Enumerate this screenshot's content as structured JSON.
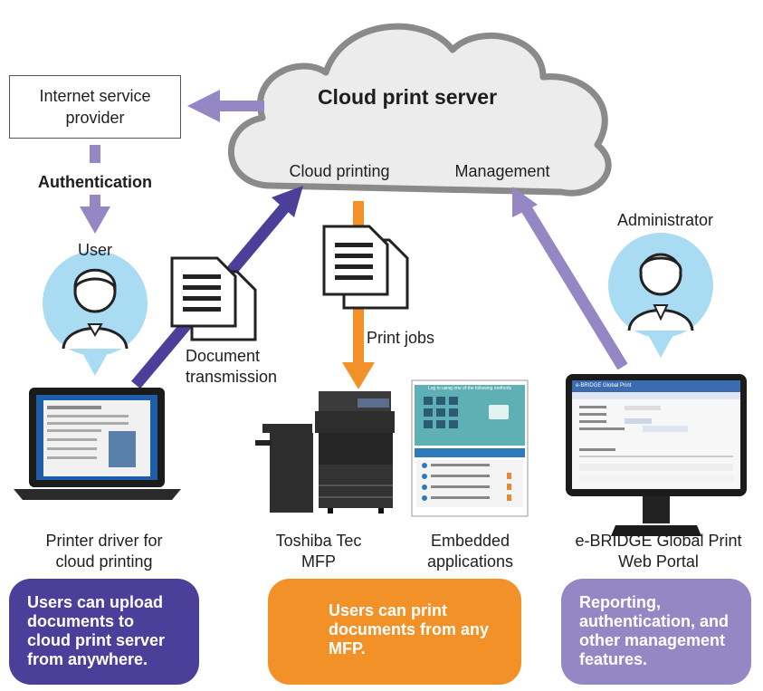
{
  "cloud": {
    "title": "Cloud print server",
    "left_label": "Cloud printing",
    "right_label": "Management"
  },
  "isp": {
    "label": "Internet service provider"
  },
  "auth_label": "Authentication",
  "user_label": "User",
  "admin_label": "Administrator",
  "doc_transmission_label": "Document\ntransmission",
  "print_jobs_label": "Print jobs",
  "laptop_caption": "Printer driver for\ncloud printing",
  "mfp_caption": "Toshiba Tec\nMFP",
  "embedded_caption": "Embedded\napplications",
  "portal_caption": "e-BRIDGE Global Print\nWeb Portal",
  "panels": {
    "left": "Users can upload documents to cloud print server from anywhere.",
    "middle": "Users can print documents from any MFP.",
    "right": "Reporting, authentication, and other management features."
  },
  "embedded_screen": {
    "title": "Log in using one of the following methods"
  },
  "portal_screen": {
    "title": "e-BRIDGE Global Print"
  },
  "colors": {
    "dark_purple": "#4c3f99",
    "light_purple": "#9487c4",
    "orange": "#f39129",
    "bubble_blue": "#a9dcf3",
    "cloud_gray": "#8a8a8a"
  }
}
